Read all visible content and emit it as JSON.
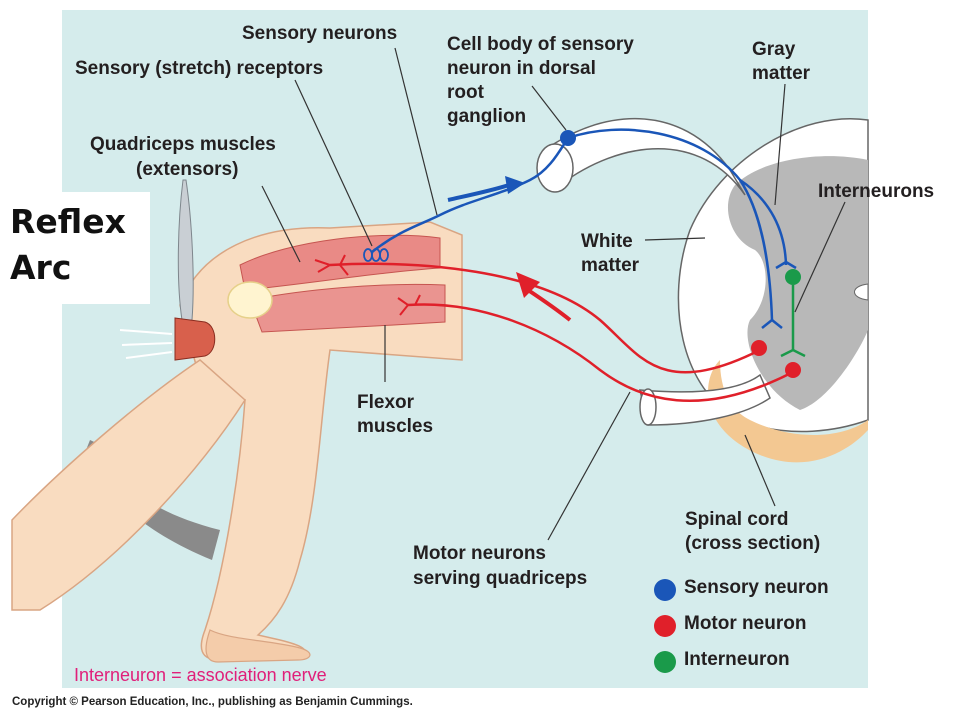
{
  "title": {
    "line1": "Reflex",
    "line2": "Arc"
  },
  "labels": {
    "sensory_neurons": "Sensory neurons",
    "stretch_receptors": "Sensory (stretch) receptors",
    "cell_body": [
      "Cell body of sensory",
      "neuron in dorsal",
      "root",
      "ganglion"
    ],
    "gray_matter": [
      "Gray",
      "matter"
    ],
    "quadriceps": [
      "Quadriceps muscles",
      "(extensors)"
    ],
    "interneurons": "Interneurons",
    "white_matter": [
      "White",
      "matter"
    ],
    "flexor": [
      "Flexor",
      "muscles"
    ],
    "spinal_cord": [
      "Spinal cord",
      "(cross section)"
    ],
    "motor_neurons": [
      "Motor neurons",
      "serving quadriceps"
    ]
  },
  "legend": [
    {
      "label": "Sensory neuron",
      "color": "#1a56b8"
    },
    {
      "label": "Motor neuron",
      "color": "#e0202a"
    },
    {
      "label": "Interneuron",
      "color": "#1a9a4a"
    }
  ],
  "note": {
    "text": "Interneuron = association nerve",
    "color": "#e0207a"
  },
  "copyright": "Copyright © Pearson Education, Inc., publishing as Benjamin Cummings.",
  "colors": {
    "background_panel": "#d5ecec",
    "sensory": "#1a56b8",
    "motor": "#e0202a",
    "interneuron": "#1a9a4a",
    "gray_matter": "#b8b8b8",
    "skin": "#f9dcc0",
    "muscle": "#e98a86"
  }
}
